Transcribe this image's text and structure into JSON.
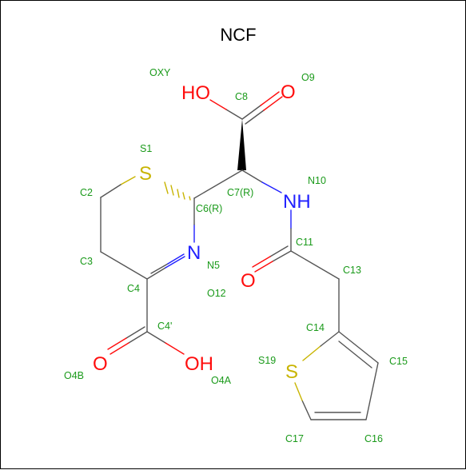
{
  "title": "NCF",
  "colors": {
    "carbon": "#555555",
    "oxygen": "#ff0d0d",
    "nitrogen": "#2020ff",
    "sulfur": "#c8b400",
    "label": "#1a9a1a",
    "frame": "#000000"
  },
  "element_symbols": {
    "o8_hydroxyl": "HO",
    "o9": "O",
    "s1": "S",
    "n10": "NH",
    "n5": "N",
    "o12": "O",
    "o4b": "O",
    "o4a": "OH",
    "s19": "S"
  },
  "atom_labels": {
    "oxy": "OXY",
    "o9": "O9",
    "c8": "C8",
    "s1": "S1",
    "n10": "N10",
    "c2": "C2",
    "c7": "C7(R)",
    "c6": "C6(R)",
    "c11": "C11",
    "c3": "C3",
    "n5": "N5",
    "c13": "C13",
    "c4": "C4",
    "o12": "O12",
    "c4p": "C4'",
    "c14": "C14",
    "o4b": "O4B",
    "s19": "S19",
    "c15": "C15",
    "o4a": "O4A",
    "c17": "C17",
    "c16": "C16"
  }
}
